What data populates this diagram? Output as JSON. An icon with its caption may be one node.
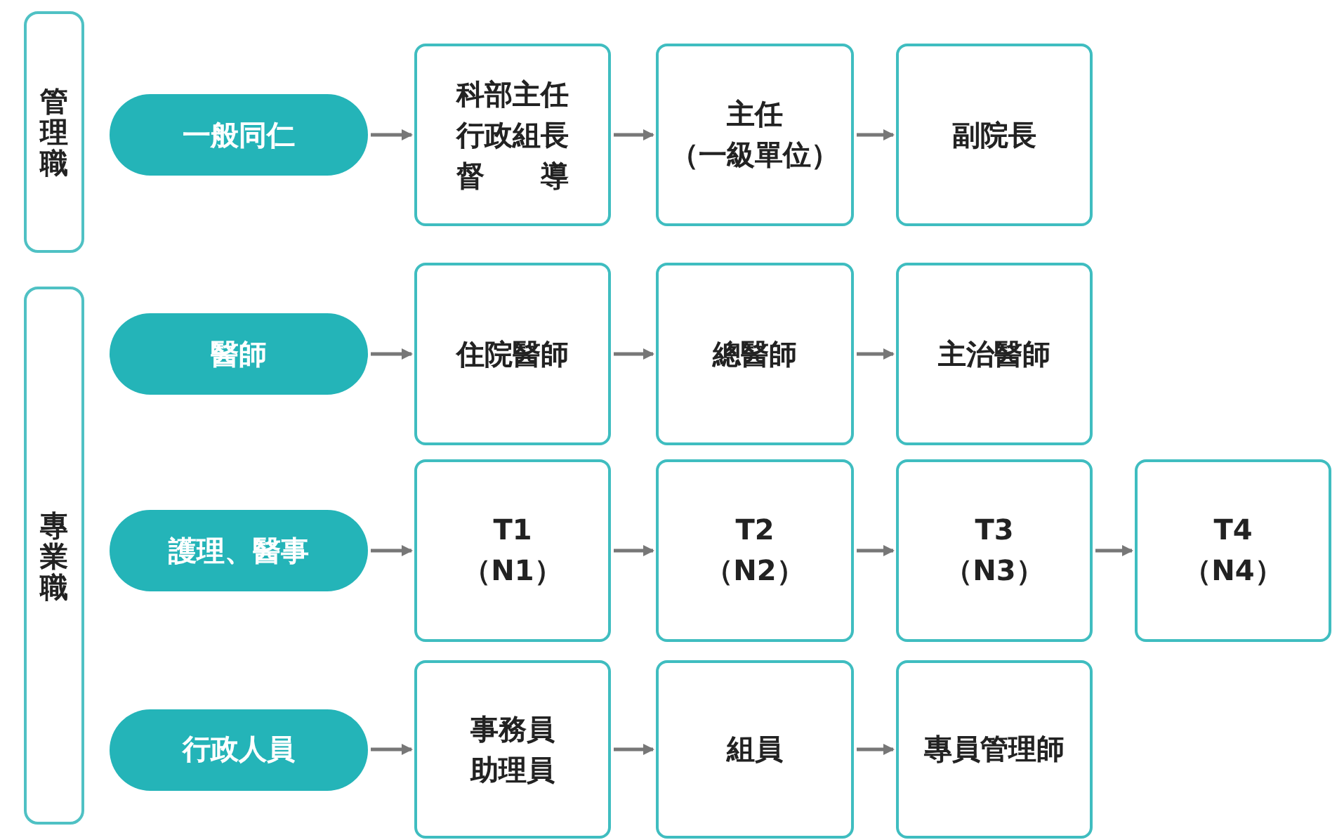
{
  "diagram": {
    "nodes": [
      {
        "text": [
          "管理職"
        ]
      },
      {
        "text": [
          "一般同仁"
        ]
      },
      {
        "text": [
          "科部主任行政組長督導"
        ]
      },
      {
        "text": [
          "主任",
          "（一級單位）"
        ]
      },
      {
        "text": [
          "副院長"
        ]
      },
      {
        "text": [
          "專業職"
        ]
      },
      {
        "text": [
          "醫師"
        ]
      },
      {
        "text": [
          "住院醫師"
        ]
      },
      {
        "text": [
          "總醫師"
        ]
      },
      {
        "text": [
          "主治醫師"
        ]
      },
      {
        "text": [
          "護理、醫事"
        ]
      },
      {
        "text": [
          "T1",
          "（N1）"
        ]
      },
      {
        "text": [
          "T2",
          "（N2）"
        ]
      },
      {
        "text": [
          "T3",
          "（N3）"
        ]
      },
      {
        "text": [
          "T4",
          "（N4）"
        ]
      },
      {
        "text": [
          "行政人員"
        ]
      },
      {
        "text": [
          "事務員助理員"
        ]
      },
      {
        "text": [
          "組員"
        ]
      },
      {
        "text": [
          "專員管理師"
        ]
      }
    ],
    "edges": [
      {
        "from": 1,
        "to": 2,
        "arrow": "to"
      },
      {
        "from": 2,
        "to": 3,
        "arrow": "to"
      },
      {
        "from": 3,
        "to": 4,
        "arrow": "to"
      },
      {
        "from": 6,
        "to": 7,
        "arrow": "to"
      },
      {
        "from": 7,
        "to": 8,
        "arrow": "to"
      },
      {
        "from": 8,
        "to": 9,
        "arrow": "to"
      },
      {
        "from": 10,
        "to": 11,
        "arrow": "to"
      },
      {
        "from": 11,
        "to": 12,
        "arrow": "to"
      },
      {
        "from": 12,
        "to": 13,
        "arrow": "to"
      },
      {
        "from": 13,
        "to": 14,
        "arrow": "to"
      },
      {
        "from": 15,
        "to": 16,
        "arrow": "to"
      },
      {
        "from": 16,
        "to": 17,
        "arrow": "to"
      },
      {
        "from": 17,
        "to": 18,
        "arrow": "to"
      }
    ]
  }
}
